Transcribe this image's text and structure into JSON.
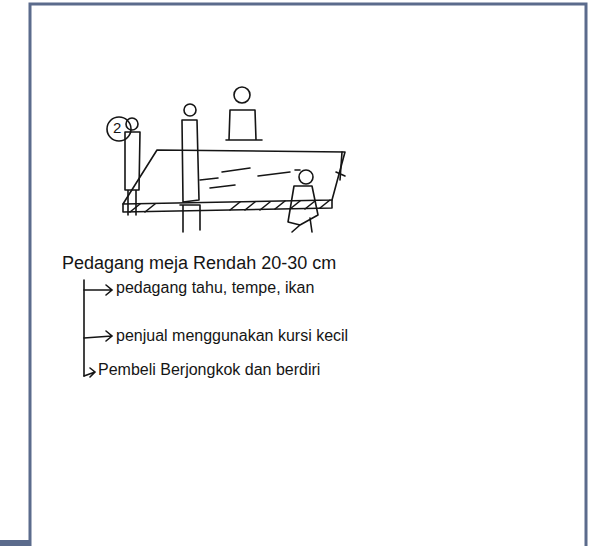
{
  "diagram": {
    "labels": [
      "2",
      "Pedagang meja Rendah 20-30 cm",
      "pedagang tahu, tempe, ikan",
      "penjual menggunakan kursi kecil",
      "Pembeli Berjongkok dan berdiri"
    ]
  }
}
